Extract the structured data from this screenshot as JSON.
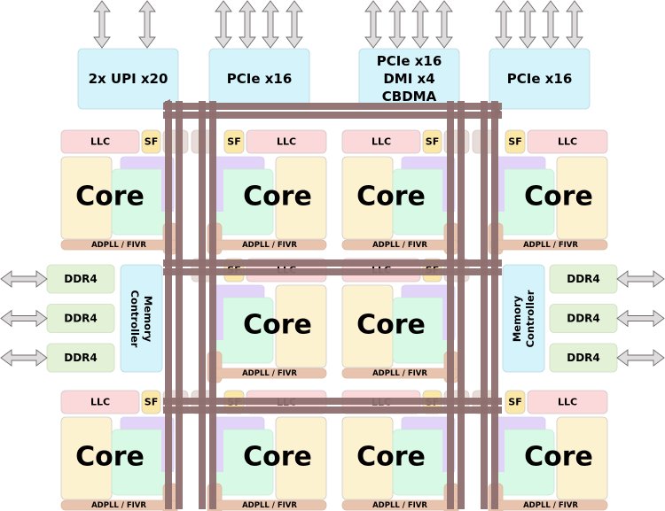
{
  "colors": {
    "io_block": "#d4f3fb",
    "io_block_stroke": "#b8d8e0",
    "llc": "#fbd8d9",
    "sf": "#fbe7a6",
    "cha_stub": "#e8dcd9",
    "core_box": "#fdf2d0",
    "core_l2": "#def0e6",
    "core_mid": "#d8f9e5",
    "core_l3": "#e2d4f8",
    "adpll": "#e8c4ae",
    "ddr": "#e3f2d6",
    "mem_ctrl": "#d4f3fb",
    "arrow_fill": "#dedcdc",
    "arrow_stroke": "#6f6a6a",
    "mesh": "#8e6f6f"
  },
  "io": [
    {
      "id": "upi",
      "lines": [
        "2x UPI x20"
      ],
      "arrows": 2
    },
    {
      "id": "pcie-1",
      "lines": [
        "PCIe x16"
      ],
      "arrows": 4
    },
    {
      "id": "pcie-dmi-cbdma",
      "lines": [
        "PCIe x16",
        "DMI x4",
        "CBDMA"
      ],
      "arrows": 4
    },
    {
      "id": "pcie-2",
      "lines": [
        "PCIe x16"
      ],
      "arrows": 4
    }
  ],
  "tile_labels": {
    "core": "Core",
    "llc": "LLC",
    "sf": "SF",
    "adpll": "ADPLL / FIVR"
  },
  "memory": {
    "left": {
      "controller": [
        "Memory",
        "Controller"
      ],
      "channels": [
        "DDR4",
        "DDR4",
        "DDR4"
      ]
    },
    "right": {
      "controller": [
        "Memory",
        "Controller"
      ],
      "channels": [
        "DDR4",
        "DDR4",
        "DDR4"
      ]
    }
  },
  "grid": {
    "rows": [
      [
        "core",
        "core",
        "core",
        "core"
      ],
      [
        "memctrl",
        "core",
        "core",
        "memctrl"
      ],
      [
        "core",
        "core",
        "core",
        "core"
      ]
    ]
  }
}
